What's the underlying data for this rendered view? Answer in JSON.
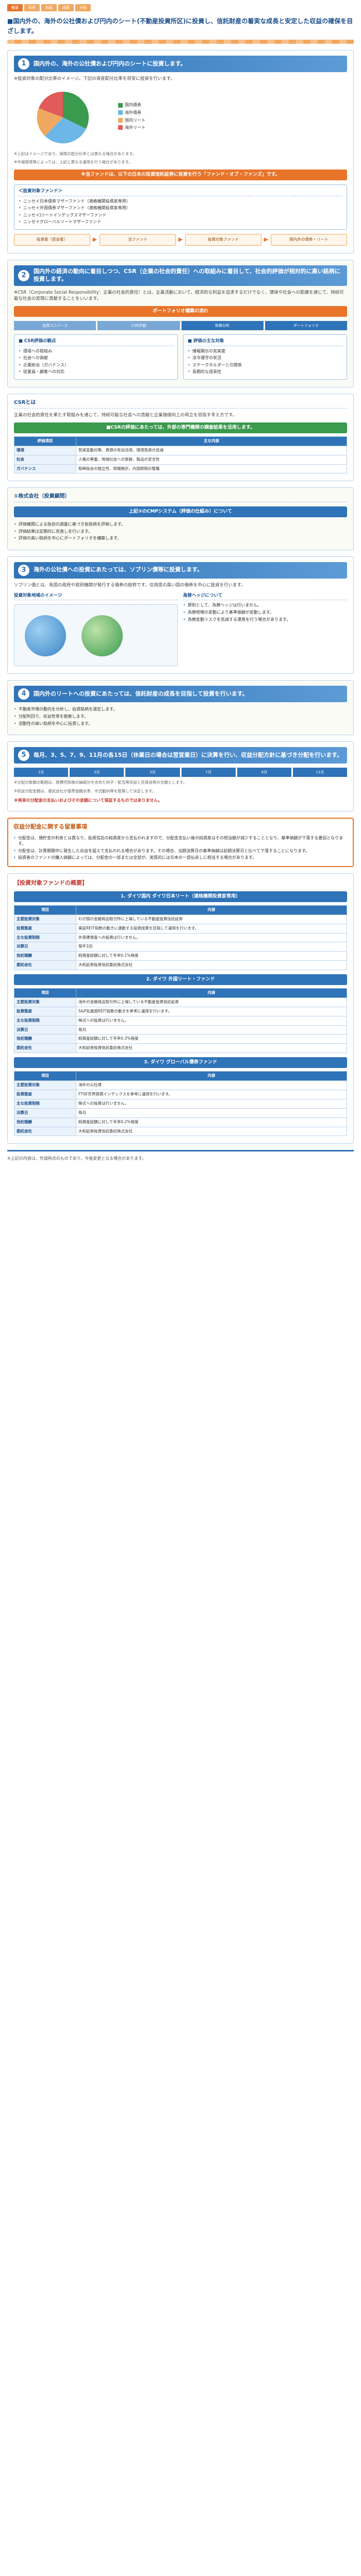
{
  "tabs": [
    "概要",
    "背景",
    "取組",
    "成果",
    "今後"
  ],
  "lead": "■国内外の、海外の公社債および円内のシート(不動産投資所区)に投資し、信託財産の着実な成長と安定した収益の確保を目ざします。",
  "s1": {
    "num": "1",
    "title": "国内外の、海外の公社債および円内のシートに投資します。",
    "para": "※投資対象の配分比率のイメージ。下記の資産配分比率を目安に投資を行います。",
    "legend": [
      "国内債券",
      "海外債券",
      "国内リート",
      "海外リート"
    ],
    "notes": [
      "※上記はイメージであり、実際の配分比率とは異なる場合があります。",
      "※市場環境等によっては、上記と異なる運用を行う場合があります。"
    ],
    "banner": "※当ファンドは、以下の日本の投資信託証券に投資を行う「ファンド・オブ・ファンズ」です。",
    "funds_title": "＜投資対象ファンド＞",
    "funds": [
      "ニッセイ日本債券マザーファンド（適格機関投資家専用）",
      "ニッセイ外国債券マザーファンド（適格機関投資家専用）",
      "ニッセイJリートインデックスマザーファンド",
      "ニッセイグローバルリートマザーファンド"
    ],
    "flow": [
      "投資者（受益者）",
      "当ファンド",
      "投資対象ファンド",
      "国内外の債券・リート"
    ]
  },
  "s2": {
    "num": "2",
    "title": "国内外の経済の動向に着目しつつ、CSR（企業の社会的責任）への取組みに着目して、社会的評価が相対的に高い銘柄に投資します。",
    "para": "※CSR（Corporate Social Responsibility：企業の社会的責任）とは、企業活動において、経済的な利益を追求するだけでなく、環境や社会への配慮を通じて、持続可能な社会の実現に貢献することをいいます。",
    "chart_title": "ポートフォリオ構築の流れ",
    "steps": [
      "投資ユニバース",
      "CSR評価",
      "財務分析",
      "ポートフォリオ"
    ],
    "box1_title": "■ CSR評価の観点",
    "box1_items": [
      "環境への取組み",
      "社会への貢献",
      "企業統治（ガバナンス）",
      "従業員・顧客への対応"
    ],
    "box2_title": "■ 評価の主な対象",
    "box2_items": [
      "情報開示の充実度",
      "法令遵守の状況",
      "ステークホルダーとの関係",
      "長期的な成長性"
    ]
  },
  "s3": {
    "title": "CSRとは",
    "para": "企業の社会的責任を果たす取組みを通じて、持続可能な社会への貢献と企業価値向上の両立を目指す考え方です。",
    "banner": "■CSRの評価にあたっては、外部の専門機関の調査結果を活用します。",
    "table_headers": [
      "評価項目",
      "主な内容"
    ],
    "table_rows": [
      [
        "環境",
        "気候変動対策、資源の有効活用、環境負荷の低減"
      ],
      [
        "社会",
        "人権の尊重、地域社会への貢献、製品の安全性"
      ],
      [
        "ガバナンス",
        "取締役会の独立性、情報開示、内部統制の整備"
      ]
    ]
  },
  "s4": {
    "title": "①株式会社（投資顧問）",
    "title2": "上記③のCMPシステム（評価の仕組み）について",
    "items": [
      "評価機関による独自の調査に基づき各銘柄を評価します。",
      "評価結果は定期的に見直しを行います。",
      "評価の高い銘柄を中心にポートフォリオを構築します。"
    ]
  },
  "s5": {
    "num": "3",
    "title": "海外の公社債への投資にあたっては、ソブリン債等に投資します。",
    "para": "ソブリン債とは、各国の政府や政府機関が発行する債券の総称です。信用度の高い国の債券を中心に投資を行います。",
    "fig_titles": [
      "投資対象地域のイメージ",
      "為替ヘッジについて"
    ],
    "items": [
      "原則として、為替ヘッジは行いません。",
      "為替相場の変動により基準価額が変動します。",
      "為替変動リスクを低減する運用を行う場合があります。"
    ]
  },
  "s6": {
    "num": "4",
    "title": "国内外のリートへの投資にあたっては、信託財産の成長を目指して投資を行います。",
    "items": [
      "不動産市場の動向を分析し、投資銘柄を選定します。",
      "分配利回り、収益性等を勘案します。",
      "流動性の高い銘柄を中心に投資します。"
    ]
  },
  "s7": {
    "num": "5",
    "title": "毎月、3、5、7、9、11月の各15日（休業日の場合は翌営業日）に決算を行い、収益分配方針に基づき分配を行います。",
    "months": [
      "1月",
      "3月",
      "5月",
      "7月",
      "9月",
      "11月"
    ],
    "notes": [
      "※分配対象額の範囲は、経費控除後の繰越分を含めた利子・配当等収益と売買益等の全額とします。",
      "※収益分配金額は、委託会社が基準価額水準、市況動向等を勘案して決定します。",
      "※将来の分配金の支払いおよびその金額について保証するものではありません。"
    ]
  },
  "s8": {
    "title": "収益分配金に関する留意事項",
    "items": [
      "分配金は、預貯金の利息とは異なり、投資信託の純資産から支払われますので、分配金支払い後の純資産はその相当額が減少することとなり、基準価額が下落する要因となります。",
      "分配金は、計算期間中に発生した収益を超えて支払われる場合があります。その場合、当期決算日の基準価額は前期決算日と比べて下落することになります。",
      "投資者のファンドの購入価額によっては、分配金の一部または全部が、実質的には元本の一部払戻しに相当する場合があります。"
    ]
  },
  "s9": {
    "title": "【投資対象ファンドの概要】",
    "fund_names": [
      "1. ダイワ国内 ダイワ日本リート（適格機関投資家専用）",
      "2. ダイワ 外国リート・ファンド",
      "3. ダイワ グローバル債券ファンド"
    ],
    "table_headers": [
      "項目",
      "内容"
    ],
    "rows_a": [
      [
        "主要投資対象",
        "わが国の金融商品取引所に上場している不動産投資信託証券"
      ],
      [
        "投資態度",
        "東証REIT指数の動きに連動する投資成果を目指して運用を行います。"
      ],
      [
        "主な投資制限",
        "外貨建資産への投資は行いません。"
      ],
      [
        "決算日",
        "毎年1回"
      ],
      [
        "信託報酬",
        "純資産総額に対して年率0.1%程度"
      ],
      [
        "委託会社",
        "大和証券投資信託委託株式会社"
      ]
    ],
    "rows_b": [
      [
        "主要投資対象",
        "海外の金融商品取引所に上場している不動産投資信託証券"
      ],
      [
        "投資態度",
        "S&P先進国REIT指数の動きを参考に運用を行います。"
      ],
      [
        "主な投資制限",
        "株式への投資は行いません。"
      ],
      [
        "決算日",
        "毎月"
      ],
      [
        "信託報酬",
        "純資産総額に対して年率0.3%程度"
      ],
      [
        "委託会社",
        "大和証券投資信託委託株式会社"
      ]
    ],
    "rows_c": [
      [
        "主要投資対象",
        "海外の公社債"
      ],
      [
        "投資態度",
        "FTSE世界国債インデックスを参考に運用を行います。"
      ],
      [
        "主な投資制限",
        "株式への投資は行いません。"
      ],
      [
        "決算日",
        "毎月"
      ],
      [
        "信託報酬",
        "純資産総額に対して年率0.2%程度"
      ],
      [
        "委託会社",
        "大和証券投資信託委託株式会社"
      ]
    ]
  },
  "footer": {
    "note": "※上記の内容は、作成時点のものであり、今後変更となる場合があります。"
  },
  "colors": {
    "primary": "#2f73b8",
    "accent": "#e8742a",
    "pie": [
      "#3a9a4e",
      "#6cb6e8",
      "#f0a860",
      "#e25b5b"
    ]
  },
  "icons": [
    "globe-icon",
    "arrow-right-icon"
  ]
}
